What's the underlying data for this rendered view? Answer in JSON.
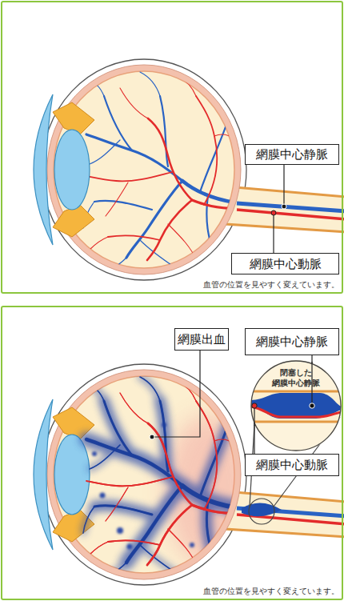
{
  "diagram": {
    "nodes": [
      {
        "text": [
          "血管の位置を見やすく変えています。"
        ]
      },
      {
        "text": [
          "網膜中心静脈"
        ],
        "in": 0
      },
      {
        "text": [
          "網膜中心動脈"
        ],
        "in": 0
      },
      {
        "text": [
          "血管の位置を見やすく変えています。"
        ]
      },
      {
        "text": [
          "網膜出血"
        ],
        "in": 3
      },
      {
        "text": [
          "網膜中心静脈"
        ],
        "in": 3
      },
      {
        "text": [
          "閉塞した 網膜中心静脈"
        ],
        "in": 3
      },
      {
        "text": [
          "網膜中心動脈"
        ],
        "in": 3
      }
    ],
    "edges": [
      {
        "from": 5,
        "to": 6,
        "arrow": "none"
      },
      {
        "from": 7,
        "to": 6,
        "arrow": "none"
      }
    ]
  }
}
